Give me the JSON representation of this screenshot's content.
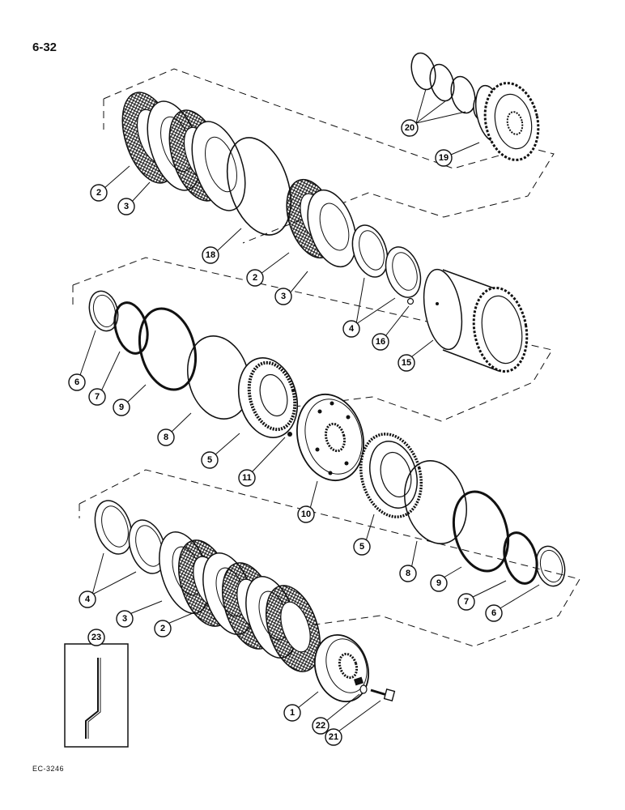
{
  "page_number": "6-32",
  "figure_code": "EC-3246",
  "colors": {
    "ink": "#111111",
    "paper": "#ffffff"
  },
  "callouts": [
    {
      "id": "c-2a",
      "label": "2"
    },
    {
      "id": "c-3a",
      "label": "3"
    },
    {
      "id": "c-18",
      "label": "18"
    },
    {
      "id": "c-2b",
      "label": "2"
    },
    {
      "id": "c-3b",
      "label": "3"
    },
    {
      "id": "c-20",
      "label": "20"
    },
    {
      "id": "c-19",
      "label": "19"
    },
    {
      "id": "c-4a",
      "label": "4"
    },
    {
      "id": "c-16",
      "label": "16"
    },
    {
      "id": "c-15",
      "label": "15"
    },
    {
      "id": "c-6a",
      "label": "6"
    },
    {
      "id": "c-7a",
      "label": "7"
    },
    {
      "id": "c-9a",
      "label": "9"
    },
    {
      "id": "c-8a",
      "label": "8"
    },
    {
      "id": "c-5a",
      "label": "5"
    },
    {
      "id": "c-11",
      "label": "11"
    },
    {
      "id": "c-10",
      "label": "10"
    },
    {
      "id": "c-5b",
      "label": "5"
    },
    {
      "id": "c-8b",
      "label": "8"
    },
    {
      "id": "c-9b",
      "label": "9"
    },
    {
      "id": "c-7b",
      "label": "7"
    },
    {
      "id": "c-6b",
      "label": "6"
    },
    {
      "id": "c-4b",
      "label": "4"
    },
    {
      "id": "c-3c",
      "label": "3"
    },
    {
      "id": "c-2c",
      "label": "2"
    },
    {
      "id": "c-1",
      "label": "1"
    },
    {
      "id": "c-22",
      "label": "22"
    },
    {
      "id": "c-21",
      "label": "21"
    },
    {
      "id": "c-23",
      "label": "23"
    }
  ]
}
